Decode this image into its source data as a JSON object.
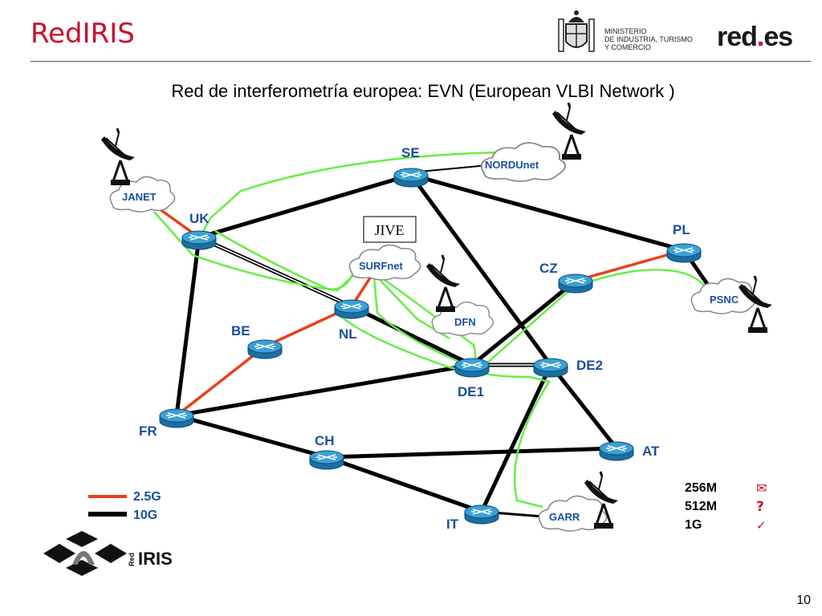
{
  "header": {
    "brand": "RedIRIS",
    "ministry_lines": [
      "MINISTERIO",
      "DE INDUSTRIA, TURISMO",
      "Y COMERCIO"
    ],
    "logo_red": "red",
    "logo_dot": ".",
    "logo_es": "es"
  },
  "title": "Red de interferometría europea:  EVN (European VLBI Network )",
  "nodes": [
    {
      "id": "SE",
      "label": "SE"
    },
    {
      "id": "UK",
      "label": "UK"
    },
    {
      "id": "PL",
      "label": "PL"
    },
    {
      "id": "CZ",
      "label": "CZ"
    },
    {
      "id": "NL",
      "label": "NL"
    },
    {
      "id": "BE",
      "label": "BE"
    },
    {
      "id": "DE1",
      "label": "DE1"
    },
    {
      "id": "DE2",
      "label": "DE2"
    },
    {
      "id": "FR",
      "label": "FR"
    },
    {
      "id": "CH",
      "label": "CH"
    },
    {
      "id": "AT",
      "label": "AT"
    },
    {
      "id": "IT",
      "label": "IT"
    }
  ],
  "clouds": [
    {
      "id": "JANET",
      "label": "JANET"
    },
    {
      "id": "NORDUnet",
      "label": "NORDUnet"
    },
    {
      "id": "SURFnet",
      "label": "SURFnet"
    },
    {
      "id": "DFN",
      "label": "DFN"
    },
    {
      "id": "PSNC",
      "label": "PSNC"
    },
    {
      "id": "GARR",
      "label": "GARR"
    }
  ],
  "correlator_label": "JIVE",
  "legend": [
    {
      "label": "2.5G",
      "color": "#e8401c"
    },
    {
      "label": "10G",
      "color": "#000000"
    }
  ],
  "speeds": [
    {
      "label": "256M",
      "symbol": "✉"
    },
    {
      "label": "512M",
      "symbol": "?"
    },
    {
      "label": "1G",
      "symbol": "✓"
    }
  ],
  "colors": {
    "link_2_5g": "#e8401c",
    "link_10g": "#000000",
    "vlbi_path": "#66ee44",
    "router": "#2a8fc8",
    "brand": "#c8102e"
  },
  "footer": {
    "logo_red": "Red",
    "logo_iris": "IRIS",
    "page_number": "10"
  }
}
